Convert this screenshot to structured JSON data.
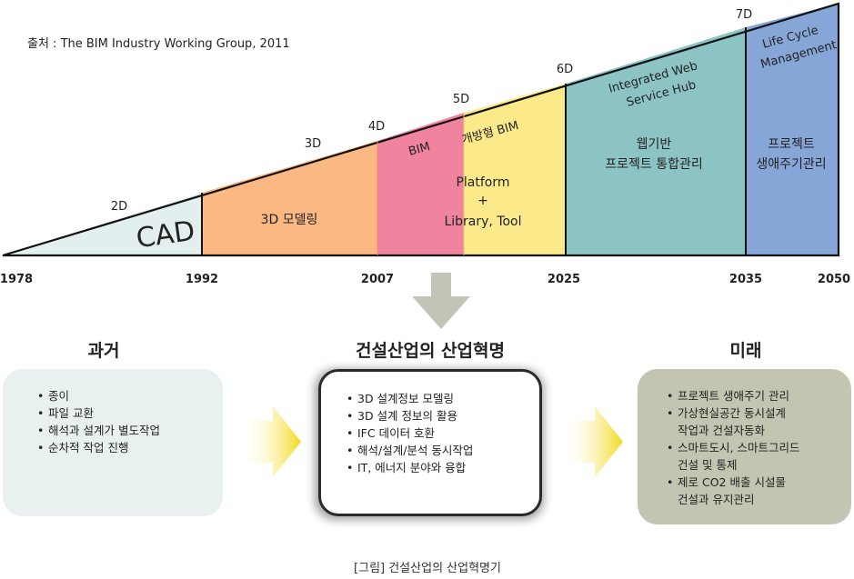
{
  "source": "출처 : The BIM Industry Working Group, 2011",
  "timeline": {
    "years": [
      "1978",
      "1992",
      "2007",
      "2025",
      "2035",
      "2050"
    ],
    "dims": [
      "2D",
      "3D",
      "4D",
      "5D",
      "6D",
      "7D"
    ],
    "phases": {
      "cad": "CAD",
      "modeling3d": "3D 모델링",
      "bim": "BIM",
      "open_bim": "개방형 BIM",
      "platform_1": "Platform",
      "platform_2": "+",
      "platform_3": "Library, Tool",
      "iws_1": "Integrated Web",
      "iws_2": "Service Hub",
      "web_1": "웹기반",
      "web_2": "프로젝트 통합관리",
      "lcm_1": "Life Cycle",
      "lcm_2": "Management",
      "pjt_1": "프로젝트",
      "pjt_2": "생애주기관리"
    },
    "colors": {
      "cad": "#e3eeee",
      "modeling3d": "#fbb883",
      "bim": "#f0849f",
      "platform": "#fbe98a",
      "web": "#8cc4c6",
      "lcm": "#86a6d8",
      "arrow": "#c3c4b8",
      "side_arrow": "#f3da1a"
    }
  },
  "past": {
    "title": "과거",
    "items": [
      "종이",
      "파일 교환",
      "해석과 설계가 별도작업",
      "순차적 작업 진행"
    ]
  },
  "revolution": {
    "title": "건설산업의 산업혁명",
    "items": [
      "3D 설계정보 모델링",
      "3D 설계 정보의 활용",
      "IFC 데이터 호환",
      "해석/설계/분석 동시작업",
      "IT, 에너지 분야와 융합"
    ]
  },
  "future": {
    "title": "미래",
    "items": [
      "프로젝트 생애주기 관리",
      "가상현실공간 동시설계\n작업과 건설자동화",
      "스마트도시, 스마트그리드\n건설 및 통제",
      "제로 CO2 배출 시설물\n건설과 유지관리"
    ]
  },
  "caption": "[그림] 건설산업의 산업혁명기"
}
